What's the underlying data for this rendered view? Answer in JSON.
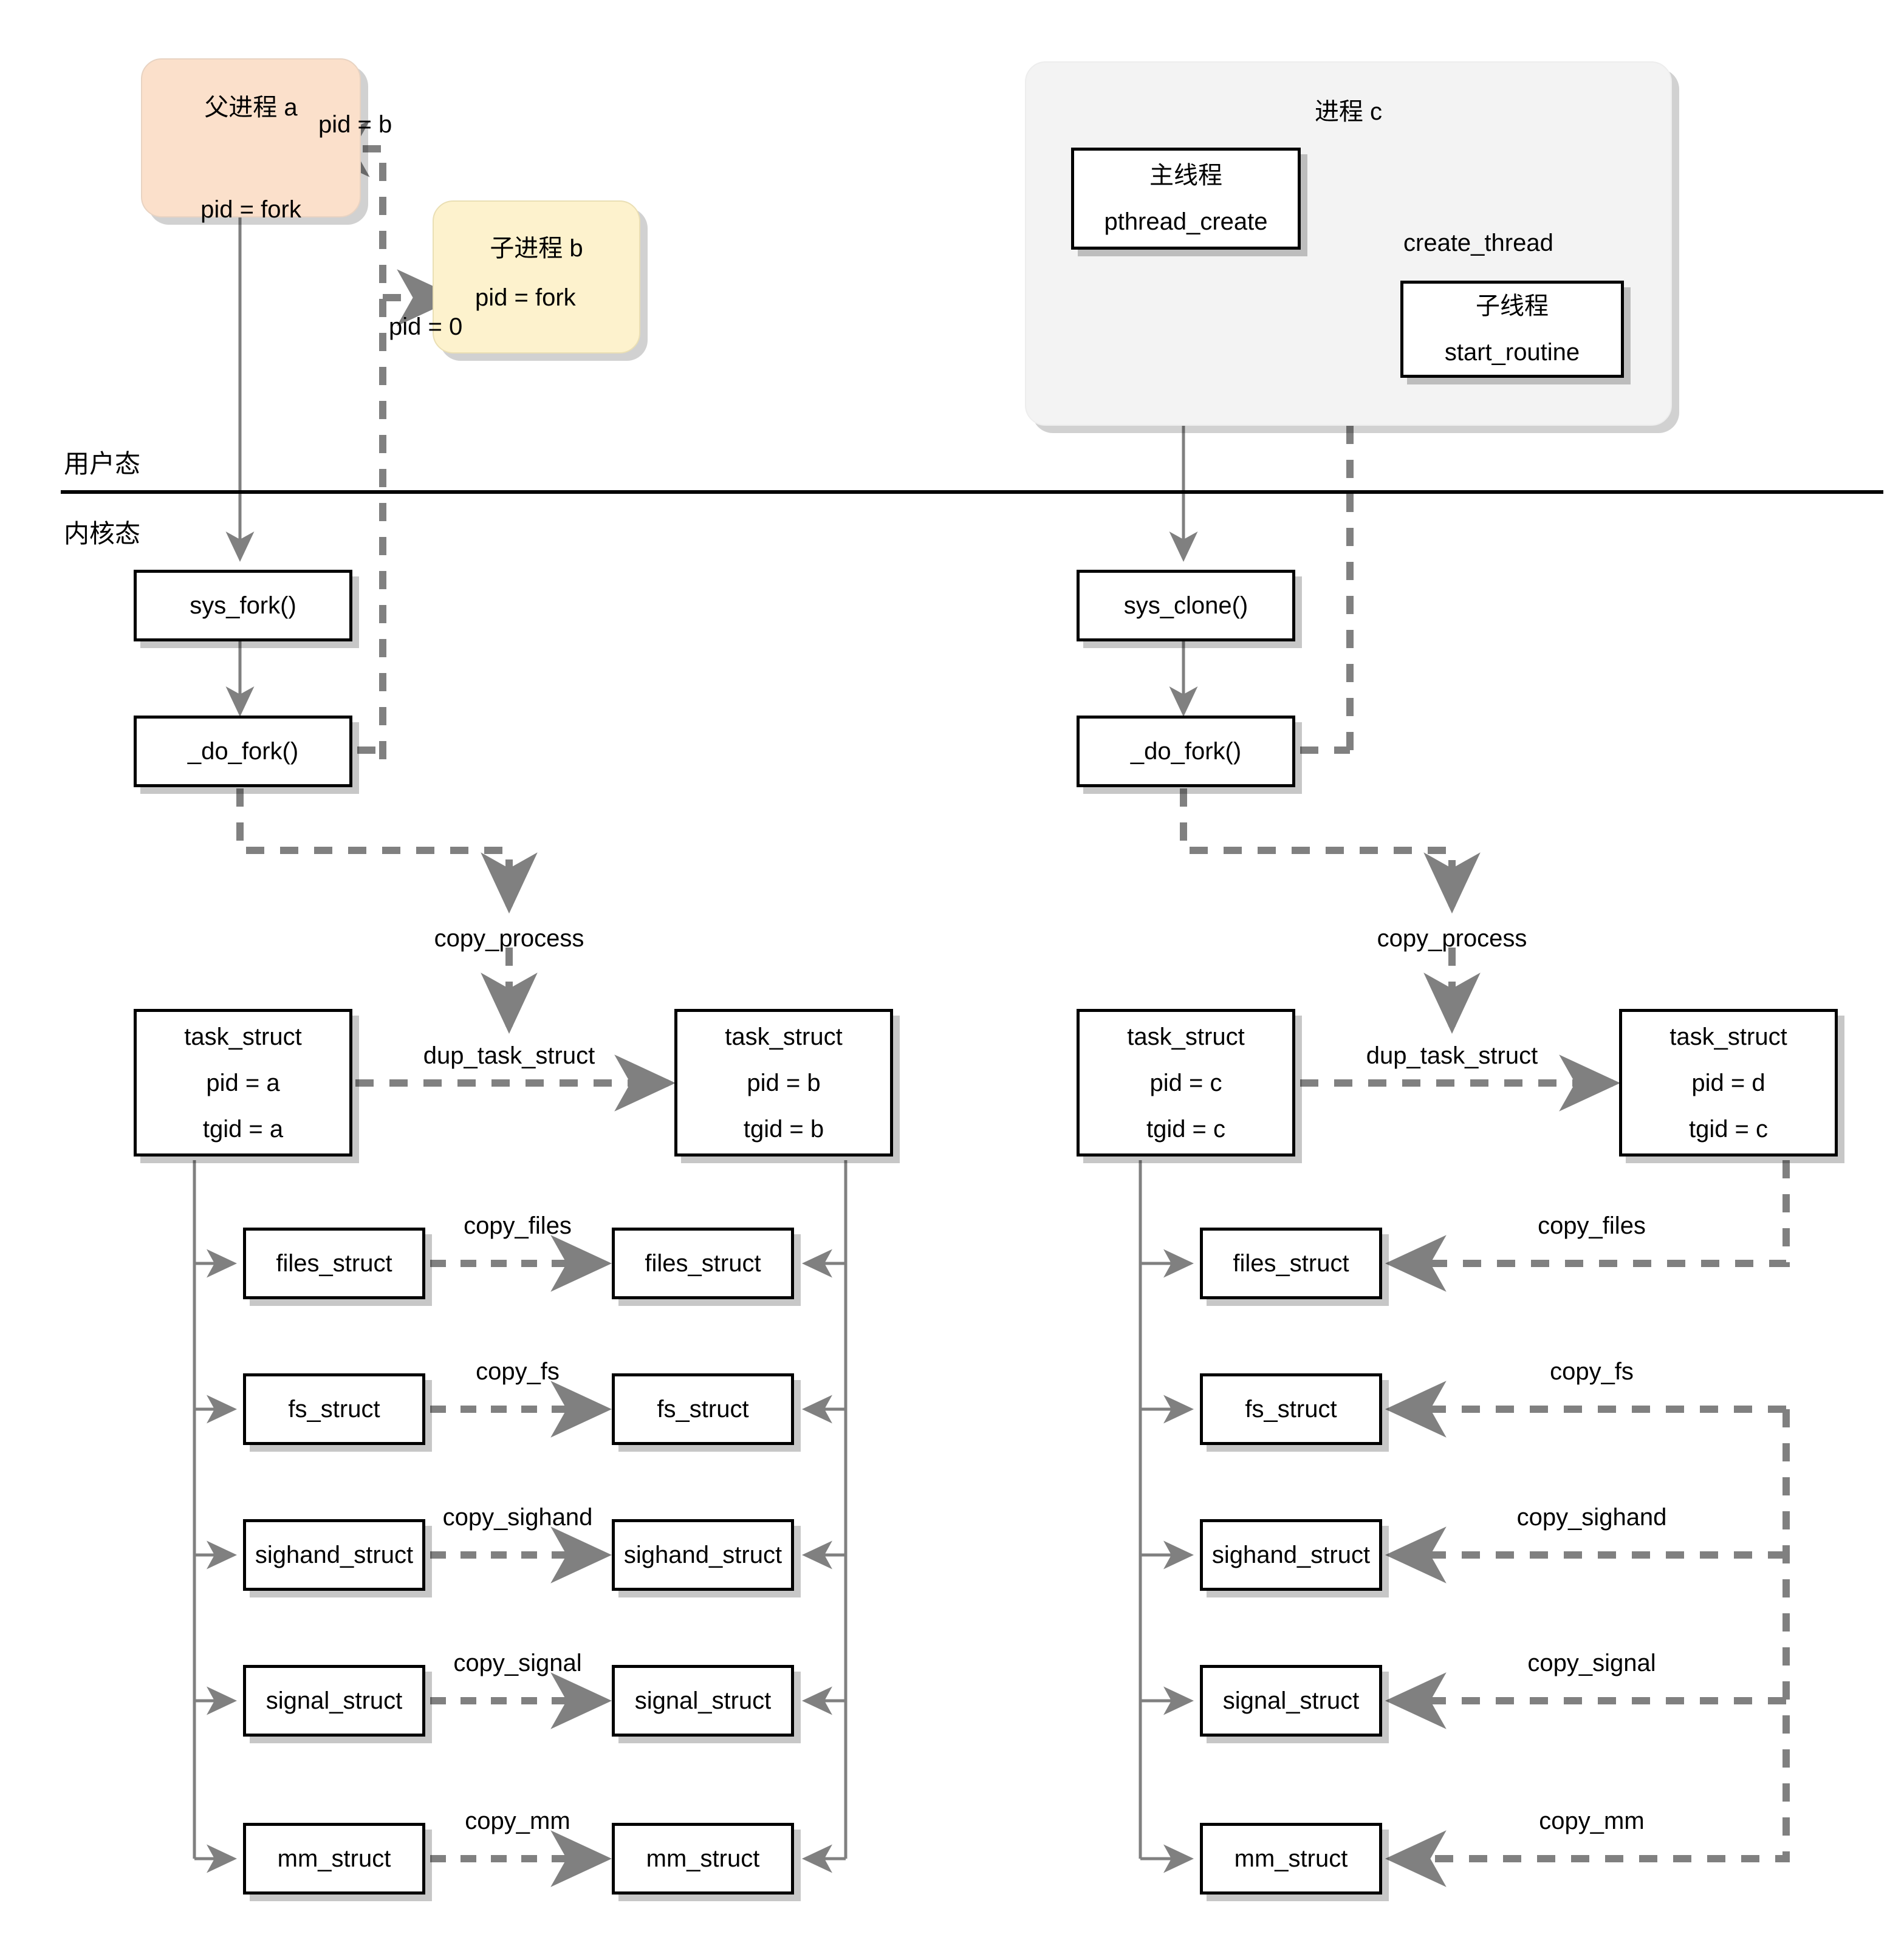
{
  "colors": {
    "parent_process_fill": "#fbe0cb",
    "child_process_fill": "#fdf2cd",
    "thread_group_fill": "#f3f3f3",
    "box_border": "#000000",
    "solid_arrow": "#808080",
    "dashed_arrow": "#808080",
    "text": "#000000",
    "page_background": "#ffffff"
  },
  "user_space": {
    "parent_process": {
      "title": "父进程 a",
      "call": "pid = fork",
      "return_label": "pid = b"
    },
    "child_process": {
      "title": "子进程 b",
      "call": "pid = fork",
      "return_label": "pid = 0"
    },
    "thread_group": {
      "title": "进程 c",
      "main_thread": {
        "title": "主线程",
        "call": "pthread_create"
      },
      "child_thread": {
        "title": "子线程",
        "call": "start_routine"
      },
      "create_label": "create_thread"
    }
  },
  "mode_divider": {
    "user_mode_label": "用户态",
    "kernel_mode_label": "内核态"
  },
  "kernel_space": {
    "fork_path": {
      "syscall": "sys_fork()",
      "do_fork": "_do_fork()",
      "copy_process_label": "copy_process",
      "dup_task_struct_label": "dup_task_struct"
    },
    "clone_path": {
      "syscall": "sys_clone()",
      "do_fork": "_do_fork()",
      "copy_process_label": "copy_process",
      "dup_task_struct_label": "dup_task_struct"
    }
  },
  "task_structs": {
    "fork_parent": {
      "title": "task_struct",
      "pid": "pid = a",
      "tgid": "tgid = a"
    },
    "fork_child": {
      "title": "task_struct",
      "pid": "pid = b",
      "tgid": "tgid = b"
    },
    "clone_parent": {
      "title": "task_struct",
      "pid": "pid = c",
      "tgid": "tgid = c"
    },
    "clone_child": {
      "title": "task_struct",
      "pid": "pid = d",
      "tgid": "tgid = c"
    }
  },
  "struct_rows": [
    {
      "name": "files_struct",
      "copy_fn": "copy_files"
    },
    {
      "name": "fs_struct",
      "copy_fn": "copy_fs"
    },
    {
      "name": "sighand_struct",
      "copy_fn": "copy_sighand"
    },
    {
      "name": "signal_struct",
      "copy_fn": "copy_signal"
    },
    {
      "name": "mm_struct",
      "copy_fn": "copy_mm"
    }
  ]
}
